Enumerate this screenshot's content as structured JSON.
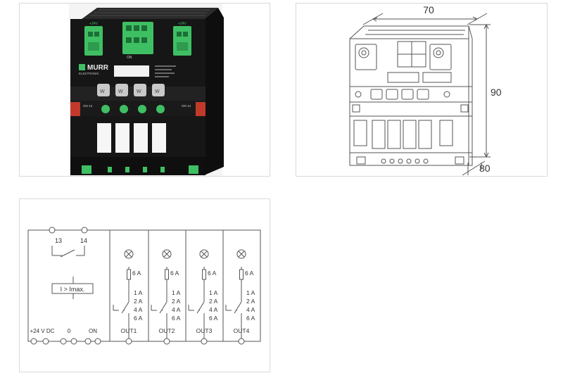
{
  "product_photo": {
    "brand": "MURR",
    "brand_sub": "ELEKTRONIK",
    "terminal_left": "+24V",
    "terminal_right": "+24V",
    "terminal_mid": "ON",
    "contact_left": "ON 13",
    "contact_right": "ON 14",
    "channel_count": 4
  },
  "dimension_drawing": {
    "width_label": "70",
    "height_label": "90",
    "depth_label": "80"
  },
  "schematic": {
    "contact_13": "13",
    "contact_14": "14",
    "current_monitor": "I > Imax.",
    "input_labels": [
      "+24 V DC",
      "0",
      "ON"
    ],
    "channels": [
      {
        "fuse": "6 A",
        "settings": [
          "1 A",
          "2 A",
          "4 A",
          "6 A"
        ],
        "output": "OUT1"
      },
      {
        "fuse": "6 A",
        "settings": [
          "1 A",
          "2 A",
          "4 A",
          "6 A"
        ],
        "output": "OUT2"
      },
      {
        "fuse": "6 A",
        "settings": [
          "1 A",
          "2 A",
          "4 A",
          "6 A"
        ],
        "output": "OUT3"
      },
      {
        "fuse": "6 A",
        "settings": [
          "1 A",
          "2 A",
          "4 A",
          "6 A"
        ],
        "output": "OUT4"
      }
    ]
  },
  "colors": {
    "housing": "#141414",
    "terminal_green": "#3fbf63",
    "line": "#555555",
    "text": "#333333"
  }
}
